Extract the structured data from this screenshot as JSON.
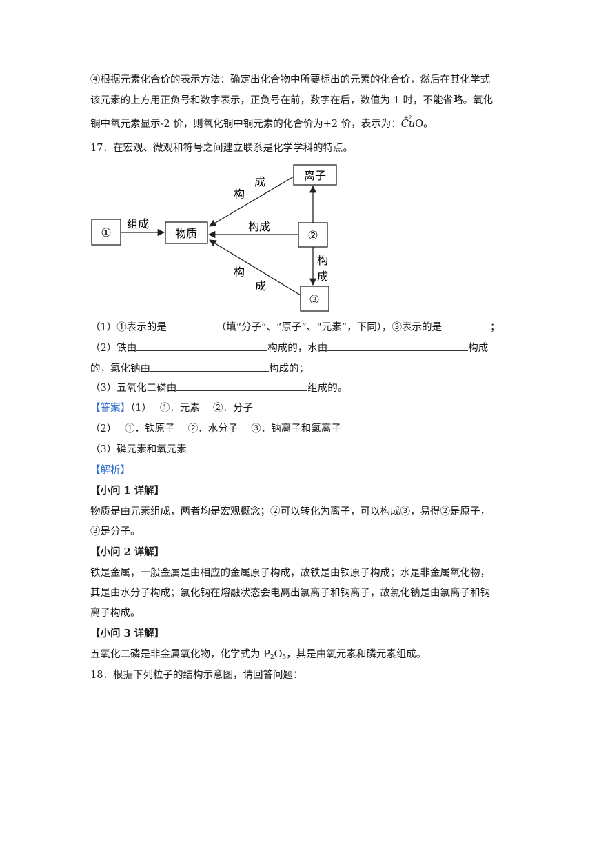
{
  "intro": {
    "line1": "④根据元素化合价的表示方法：确定出化合物中所要标出的元素的化合价，然后在其化学式",
    "line2": "该元素的上方用正负号和数字表示，正负号在前，数字在后，数值为 1 时，不能省略。氧化",
    "line3_pre": "铜中氧元素显示-2 价，则氧化铜中铜元素的化合价为+2 价，表示为：",
    "formula_sup": "+2",
    "formula_cu": "Cu",
    "formula_o": "O",
    "line3_post": "。"
  },
  "q17": {
    "title": "17．在宏观、微观和符号之间建立联系是化学学科的特点。",
    "diagram": {
      "box_1": "①",
      "box_matter": "物质",
      "box_2": "②",
      "box_3": "③",
      "box_ion": "离子",
      "label_zucheng": "组成",
      "label_goucheng_mid": "构成",
      "label_gou_top": "构",
      "label_cheng_top": "成",
      "label_gou_bot": "构",
      "label_cheng_bot": "成",
      "label_gou_right": "构",
      "label_cheng_right": "成"
    },
    "sub1_a": "（1）①表示的是",
    "sub1_b": "（填“分子”、“原子”、“元素”，下同），③表示的是",
    "sub1_c": "；",
    "sub2_a": "（2）铁由",
    "sub2_b": "构成的，水由",
    "sub2_c": "构成",
    "sub2_d": "的，氯化钠由",
    "sub2_e": "构成的；",
    "sub3_a": "（3）五氧化二磷由",
    "sub3_b": "组成的。"
  },
  "answer": {
    "tag": "【答案】",
    "a1": "（1）　 ①．元素　 ②．分子",
    "a2": "（2）　 ①．铁原子　 ②．水分子　 ③．钠离子和氯离子",
    "a3": "（3）磷元素和氧元素"
  },
  "analysis": {
    "tag": "【解析】",
    "h1": "【小问 1 详解】",
    "p1_l1": "物质是由元素组成，两者均是宏观概念；②可以转化为离子，可以构成③，易得②是原子，",
    "p1_l2": "③是分子。",
    "h2": "【小问 2 详解】",
    "p2_l1": "铁是金属，一般金属是由相应的金属原子构成，故铁是由铁原子构成；水是非金属氧化物，",
    "p2_l2": "其是由水分子构成；氯化钠在熔融状态会电离出氯离子和钠离子，故氯化钠是由氯离子和钠",
    "p2_l3": "离子构成。",
    "h3": "【小问 3 详解】",
    "p3_pre": "五氧化二磷是非金属氧化物，化学式为 P",
    "p3_sub1": "2",
    "p3_mid": "O",
    "p3_sub2": "5",
    "p3_post": "，其是由氧元素和磷元素组成。"
  },
  "q18": {
    "title": "18．根据下列粒子的结构示意图，请回答问题："
  }
}
